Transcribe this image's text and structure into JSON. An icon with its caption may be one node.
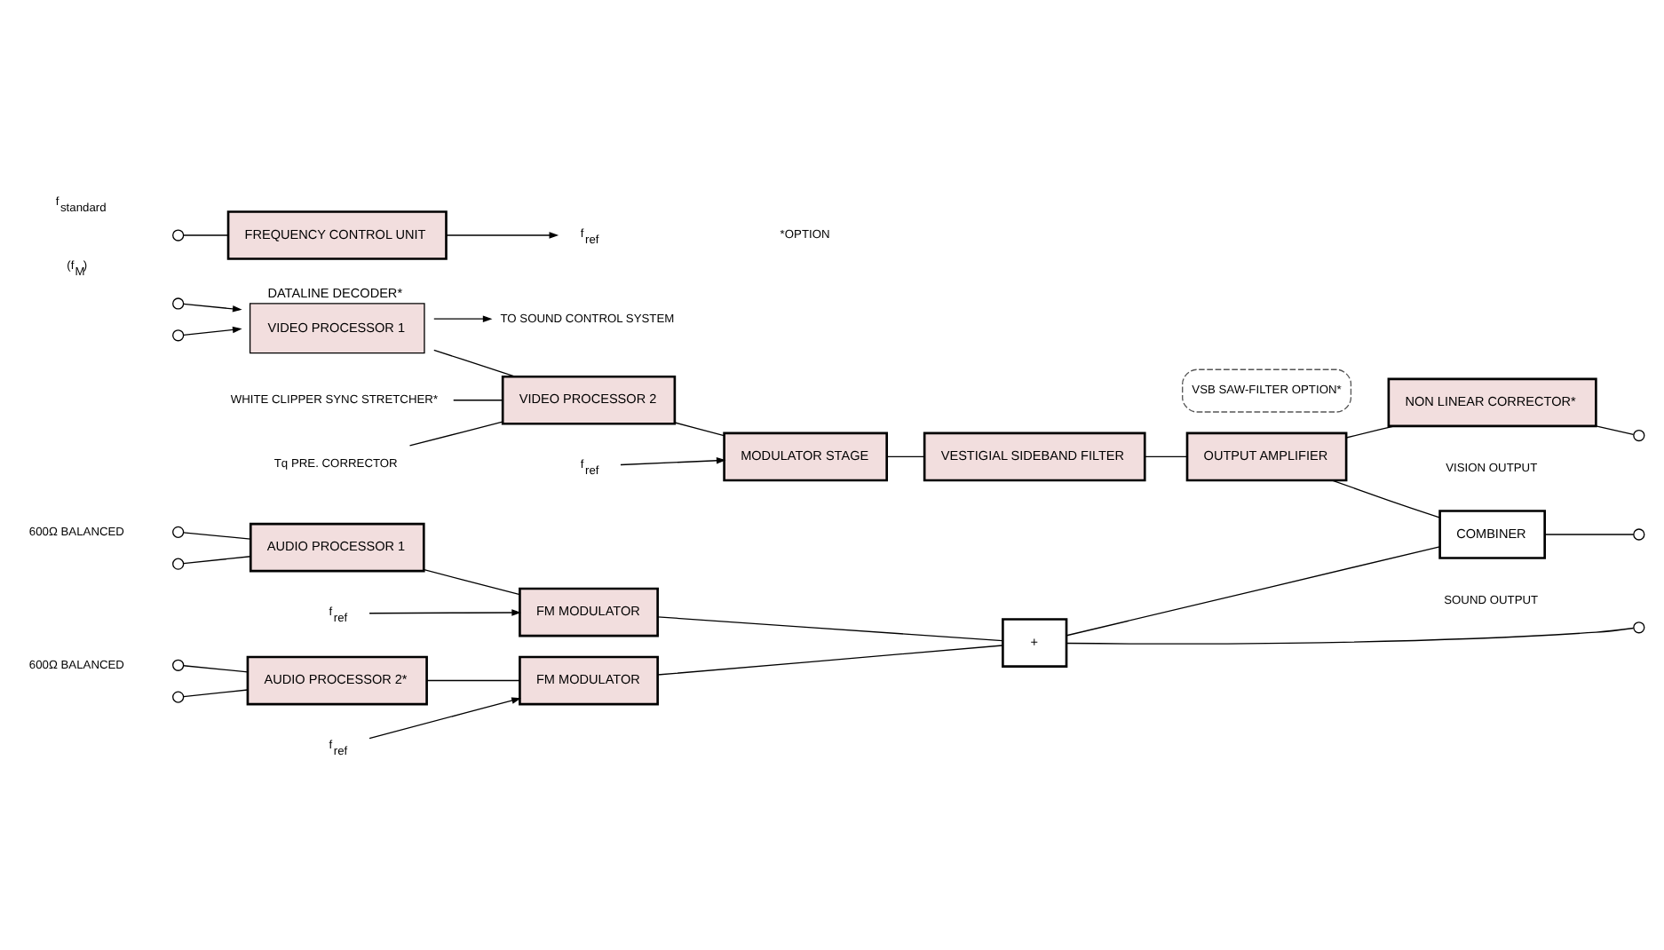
{
  "diagram": {
    "nodes": [
      {
        "text": [],
        "shape": "circle"
      },
      {
        "text": [],
        "shape": "circle"
      },
      {
        "text": [
          "VIDEO PROCESSOR 1"
        ],
        "beside": [
          "DATALINE DECODER*"
        ]
      },
      {
        "text": [
          "TO SOUND CONTROL SYSTEM"
        ]
      },
      {
        "text": [
          "WHITE CLIPPER SYNC STRETCHER*"
        ]
      },
      {
        "text": [
          "Tq PRE. CORRECTOR"
        ]
      },
      {
        "text": [
          "VIDEO PROCESSOR 2"
        ]
      },
      {
        "text": [
          "MODULATOR STAGE"
        ]
      },
      {
        "text": [
          "f$_{ref}$"
        ]
      },
      {
        "text": [
          "VESTIGIAL SIDEBAND FILTER"
        ]
      },
      {
        "text": [
          "OUTPUT AMPLIFIER"
        ]
      },
      {
        "text": [
          "VSB SAW-FILTER OPTION*"
        ]
      },
      {
        "text": [
          "NON LINEAR CORRECTOR*"
        ]
      },
      {
        "text": [],
        "shape": "circle"
      },
      {
        "text": [
          "COMBINER"
        ]
      },
      {
        "text": [],
        "shape": "circle"
      },
      {
        "text": [],
        "shape": "circle"
      },
      {
        "text": [],
        "shape": "circle"
      },
      {
        "text": [
          "AUDIO PROCESSOR 1"
        ]
      },
      {
        "text": [
          "FM MODULATOR"
        ]
      },
      {
        "text": [
          "f$_{ref}$"
        ]
      },
      {
        "text": [
          "+"
        ]
      },
      {
        "text": [],
        "shape": "circle"
      },
      {
        "text": [],
        "shape": "circle"
      },
      {
        "text": [],
        "shape": "circle"
      },
      {
        "text": [
          "AUDIO PROCESSOR 2*"
        ]
      },
      {
        "text": [
          "FM MODULATOR"
        ]
      },
      {
        "text": [
          "f$_{ref}$"
        ]
      },
      {
        "text": [],
        "shape": "circle"
      },
      {
        "text": [
          "FREQUENCY CONTROL UNIT"
        ]
      },
      {
        "text": [
          "f$_{ref}$"
        ]
      }
    ],
    "edges": [
      {
        "from": 0,
        "to": 2,
        "arrow": "to"
      },
      {
        "from": 1,
        "to": 2,
        "arrow": "to"
      },
      {
        "from": 2,
        "to": 3,
        "arrow": "to"
      },
      {
        "from": 4,
        "to": 6,
        "arrow": "none"
      },
      {
        "from": 5,
        "to": 6,
        "arrow": "none"
      },
      {
        "from": 2,
        "to": 6,
        "arrow": "none"
      },
      {
        "from": 6,
        "to": 7,
        "arrow": "none"
      },
      {
        "from": 8,
        "to": 7,
        "arrow": "to"
      },
      {
        "from": 7,
        "to": 9,
        "arrow": "none"
      },
      {
        "from": 9,
        "to": 10,
        "arrow": "none"
      },
      {
        "from": 10,
        "to": 12,
        "arrow": "none"
      },
      {
        "from": 10,
        "to": 14,
        "arrow": "none"
      },
      {
        "from": 12,
        "to": 13,
        "arrow": "none"
      },
      {
        "from": 14,
        "to": 15,
        "arrow": "none"
      },
      {
        "from": 16,
        "to": 18,
        "arrow": "none"
      },
      {
        "from": 17,
        "to": 18,
        "arrow": "none"
      },
      {
        "from": 18,
        "to": 19,
        "arrow": "none"
      },
      {
        "from": 20,
        "to": 19,
        "arrow": "to"
      },
      {
        "from": 19,
        "to": 21,
        "arrow": "none"
      },
      {
        "from": 23,
        "to": 25,
        "arrow": "none"
      },
      {
        "from": 24,
        "to": 25,
        "arrow": "none"
      },
      {
        "from": 25,
        "to": 26,
        "arrow": "none"
      },
      {
        "from": 27,
        "to": 26,
        "arrow": "to"
      },
      {
        "from": 26,
        "to": 21,
        "arrow": "none"
      },
      {
        "from": 21,
        "to": 22,
        "arrow": "none"
      },
      {
        "from": 21,
        "to": 14,
        "arrow": "none"
      },
      {
        "from": 28,
        "to": 29,
        "arrow": "none"
      },
      {
        "from": 29,
        "to": 30,
        "arrow": "to"
      }
    ],
    "labels": [
      "VISION OUTPUT",
      "600Ω BALANCED",
      "SOUND OUTPUT",
      "600Ω BALANCED",
      "f$_{standard}$",
      "(f$_{M}$)",
      "*OPTION"
    ]
  }
}
